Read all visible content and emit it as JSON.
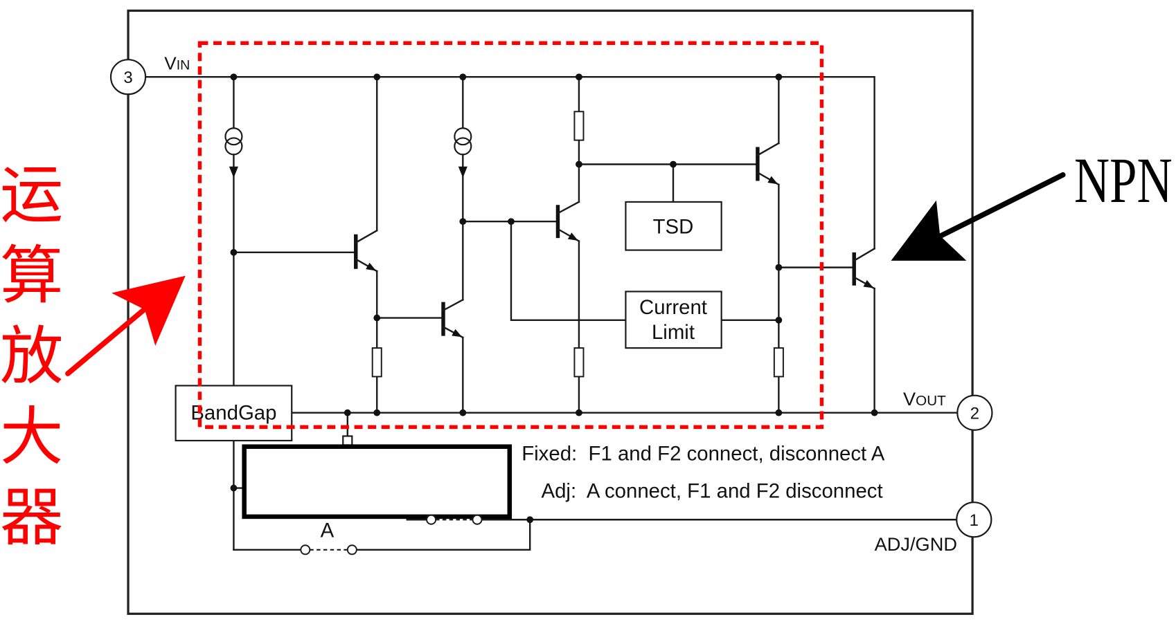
{
  "pins": {
    "vin": {
      "number": "3",
      "label_main": "V",
      "label_sub": "IN"
    },
    "vout": {
      "number": "2",
      "label_main": "V",
      "label_sub": "OUT"
    },
    "adj": {
      "number": "1",
      "label": "ADJ/GND"
    }
  },
  "blocks": {
    "bandgap": "BandGap",
    "tsd": "TSD",
    "current_limit": {
      "line1": "Current",
      "line2": "Limit"
    }
  },
  "switch_a_label": "A",
  "notes": {
    "fixed": "Fixed:  F1 and F2 connect, disconnect A",
    "adj": "Adj:  A connect, F1 and F2 disconnect"
  },
  "annotations": {
    "op_amp_label": "运算放大器",
    "npn_label": "NPN"
  },
  "colors": {
    "annotation_red": "#ff0000",
    "annotation_black": "#000000"
  }
}
